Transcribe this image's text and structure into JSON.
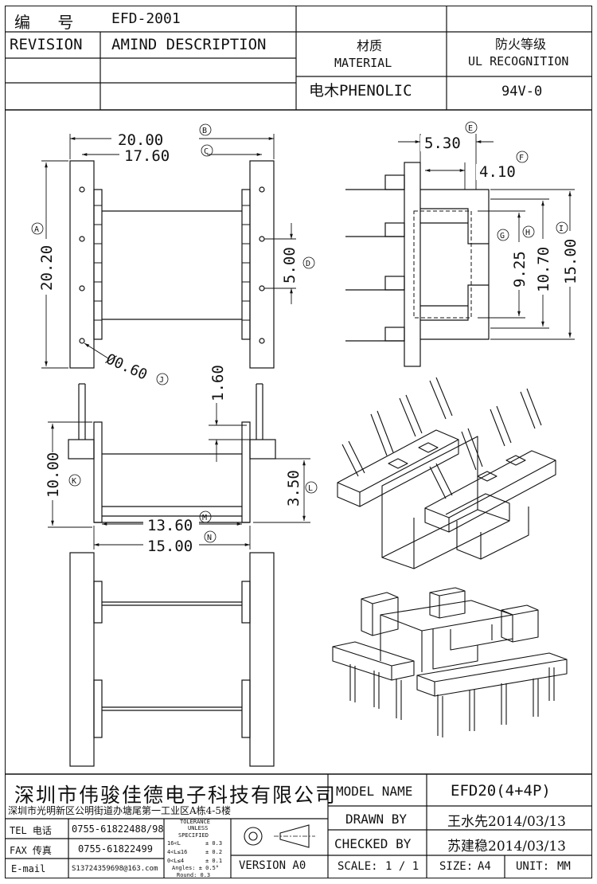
{
  "header": {
    "serial_label": "编 号",
    "serial_value": "EFD-2001",
    "revision_label": "REVISION",
    "amind_label": "AMIND DESCRIPTION",
    "material_cn": "材质",
    "material_en": "MATERIAL",
    "material_value": "电木PHENOLIC",
    "ul_cn": "防火等级",
    "ul_en": "UL RECOGNITION",
    "ul_value": "94V-0"
  },
  "dims": {
    "b": "20.00",
    "c": "17.60",
    "a": "20.20",
    "d": "5.00",
    "j": "Ø0.60",
    "e": "5.30",
    "f": "4.10",
    "g": "9.25",
    "h": "10.70",
    "i": "15.00",
    "top_pin": "1.60",
    "k": "10.00",
    "l": "3.50",
    "m": "13.60",
    "n": "15.00"
  },
  "letters": {
    "a": "A",
    "b": "B",
    "c": "C",
    "d": "D",
    "e": "E",
    "f": "F",
    "g": "G",
    "h": "H",
    "i": "I",
    "j": "J",
    "k": "K",
    "l": "L",
    "m": "M",
    "n": "N"
  },
  "footer": {
    "company": "深圳市伟骏佳德电子科技有限公司",
    "address": "深圳市光明新区公明街道办塘尾第一工业区A栋4-5楼",
    "tel_label": "TEL 电话",
    "tel_value": "0755-61822488/98",
    "fax_label": "FAX 传真",
    "fax_value": "0755-61822499",
    "email_label": "E-mail",
    "email_value": "S13724359698@163.com",
    "tol_title": "TOLERANCE",
    "tol_unless": "UNLESS",
    "tol_specified": "SPECIFIED",
    "tol_rows": [
      {
        "range": "16<L",
        "val": "± 0.3"
      },
      {
        "range": "4<L≤16",
        "val": "± 0.2"
      },
      {
        "range": "0<L≤4",
        "val": "± 0.1"
      }
    ],
    "tol_angles": "Angles: ± 0.5°",
    "tol_round": "Round: 0.3",
    "version": "VERSION A0",
    "model_label": "MODEL NAME",
    "model_value": "EFD20(4+4P)",
    "drawn_label": "DRAWN BY",
    "drawn_value": "王水先2014/03/13",
    "checked_label": "CHECKED BY",
    "checked_value": "苏建稳2014/03/13",
    "scale_label": "SCALE:",
    "scale_value": "1 / 1",
    "size_label": "SIZE:",
    "size_value": "A4",
    "unit_label": "UNIT:",
    "unit_value": "MM"
  }
}
